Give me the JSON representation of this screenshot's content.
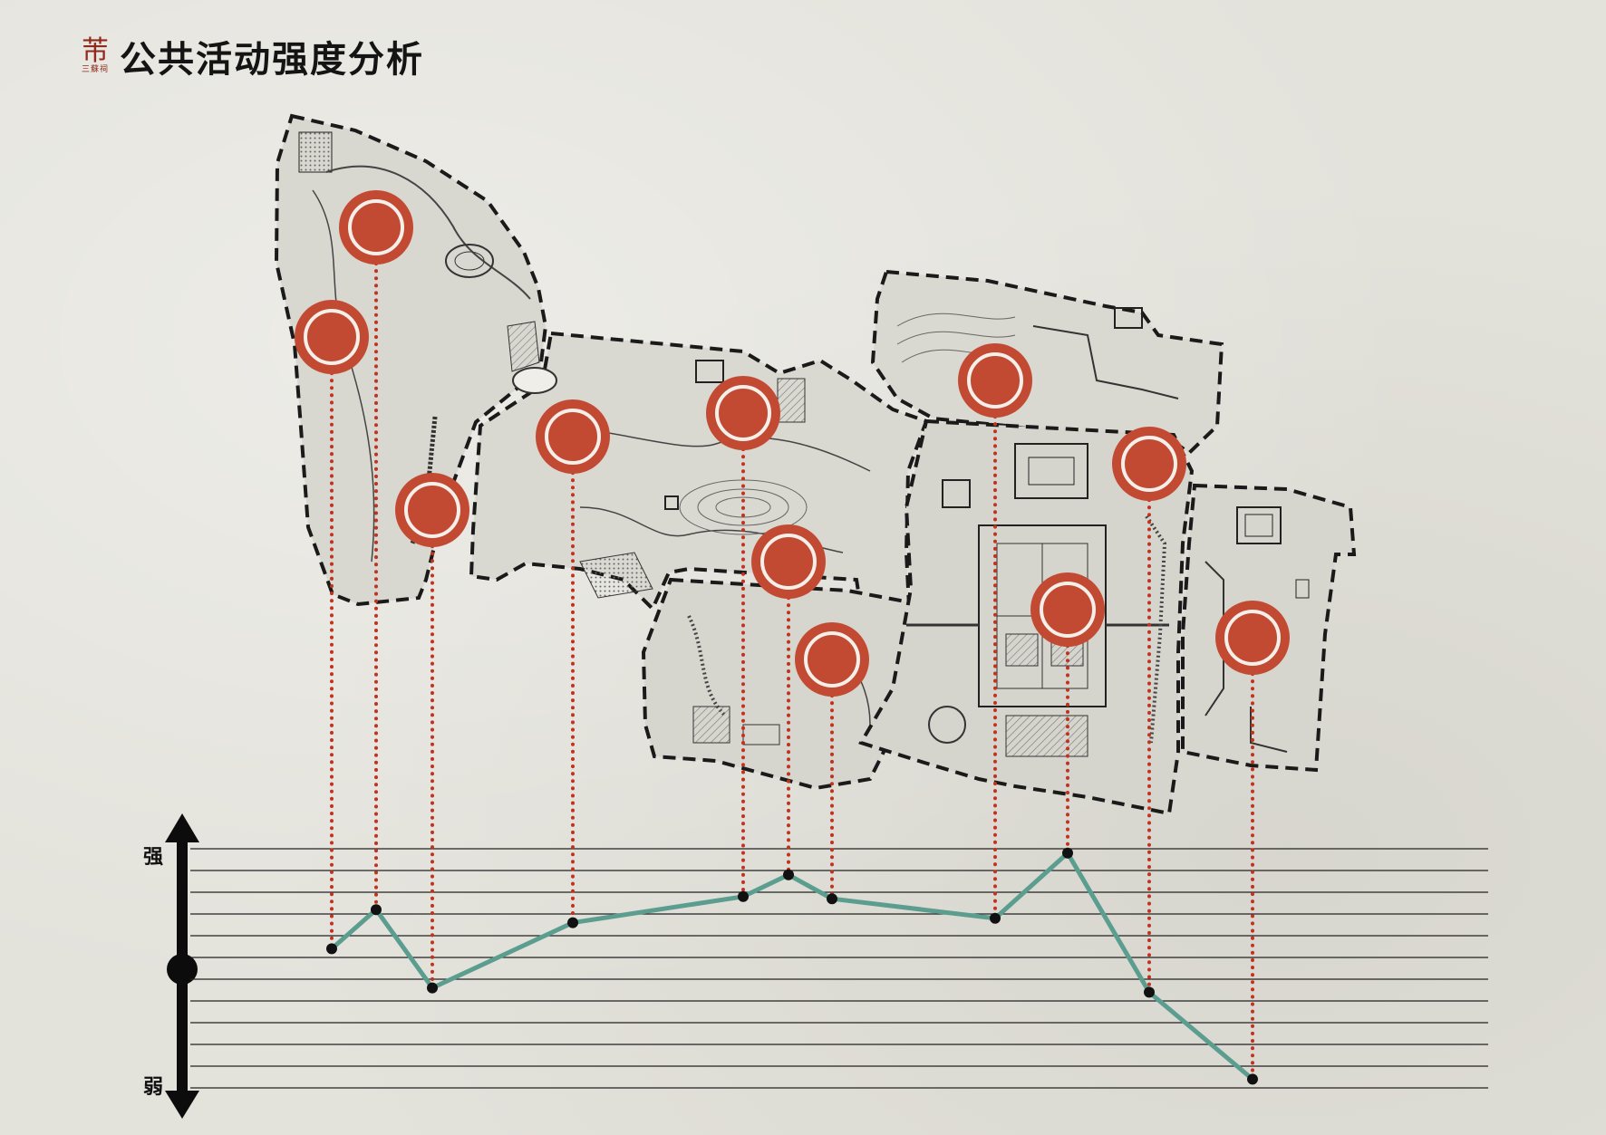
{
  "header": {
    "title": "公共活动强度分析",
    "logo_glyph": "芾",
    "logo_subtext": "三蘇祠"
  },
  "axis": {
    "strong_label": "强",
    "weak_label": "弱"
  },
  "colors": {
    "marker_red": "#c24a33",
    "leader_red": "#c2331f",
    "line_teal": "#5b9e8f",
    "paper": "#e3e2db",
    "ink": "#111111"
  },
  "chart_data": {
    "type": "line",
    "title": "",
    "xlabel": "",
    "ylabel": "",
    "ylim": [
      0,
      11
    ],
    "grid": true,
    "values": [
      6.4,
      8.2,
      4.6,
      7.6,
      8.8,
      9.8,
      8.7,
      7.8,
      10.8,
      4.4,
      0.4
    ]
  }
}
